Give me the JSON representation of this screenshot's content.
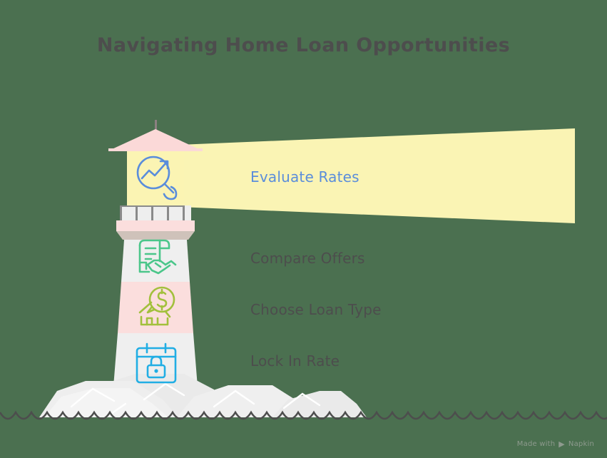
{
  "title": "Navigating Home Loan Opportunities",
  "background_color": "#4b7050",
  "title_color": "#4d4d4d",
  "beam_color": "#faf4b4",
  "steps": [
    {
      "label": "Evaluate Rates",
      "icon": "magnifier-trending-up-icon",
      "icon_color": "#5a8ddb",
      "label_color": "#5a8ddb",
      "band_color": "#fbf4b3",
      "on_beam": true
    },
    {
      "label": "Compare Offers",
      "icon": "document-handshake-icon",
      "icon_color": "#4bc68a",
      "label_color": "#4d4d4d",
      "band_color": "#eeeeee",
      "on_beam": false
    },
    {
      "label": "Choose Loan Type",
      "icon": "house-dollar-bubble-icon",
      "icon_color": "#a2c03c",
      "label_color": "#4d4d4d",
      "band_color": "#fbdedd",
      "on_beam": false
    },
    {
      "label": "Lock In Rate",
      "icon": "calendar-lock-icon",
      "icon_color": "#21aee4",
      "label_color": "#4d4d4d",
      "band_color": "#eeeeee",
      "on_beam": false
    }
  ],
  "lighthouse": {
    "roof_color": "#fbd9d8",
    "antenna_color": "#8c8082",
    "lamp_room_color": "#fbf4b3",
    "railing_color": "#eeeeee",
    "railing_post_color": "#8a8a8a",
    "gallery_band_color": "#fbdedd",
    "tower_color": "#efefef",
    "rock_color": "#eaeaea",
    "rock_highlight_color": "#ffffff",
    "water_color": "#4d4d4d"
  },
  "watermark": {
    "text_before": "Made with",
    "brand": "Napkin",
    "mark": "▶"
  }
}
